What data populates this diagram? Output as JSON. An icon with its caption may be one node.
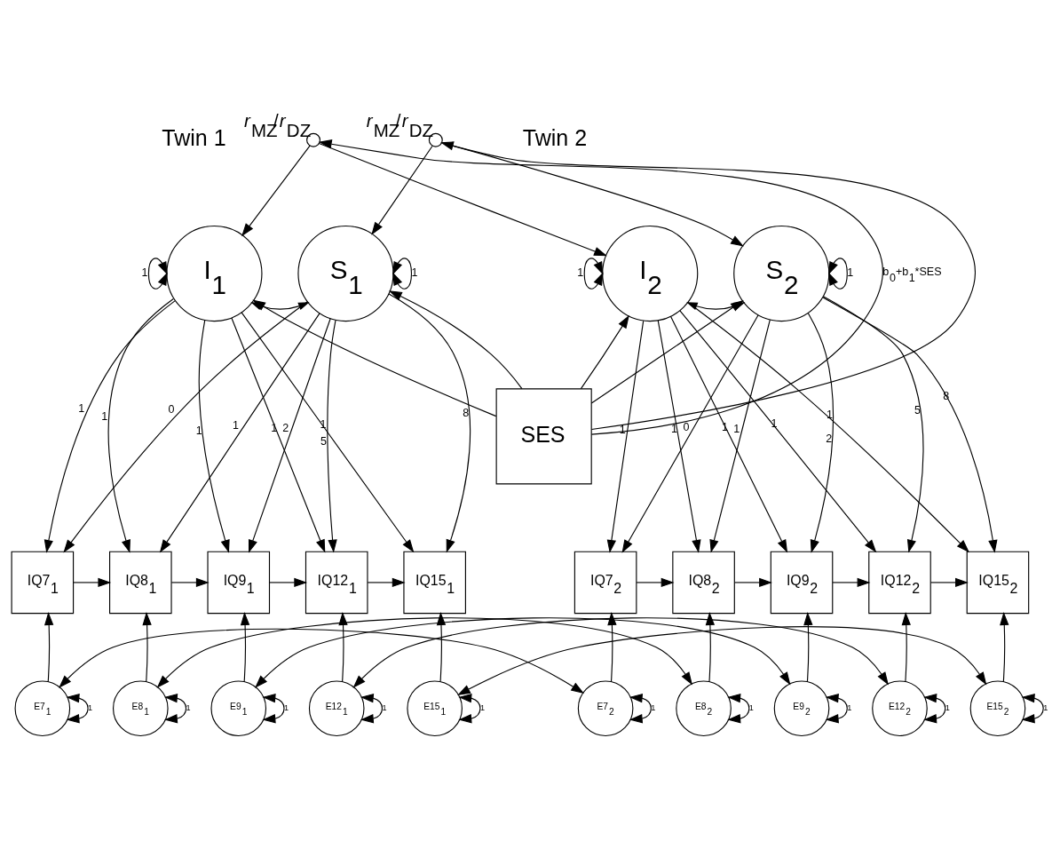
{
  "diagram": {
    "nodes": [
      {
        "text": [
          "*r*$_{MZ}$/*r*$_{DZ}$"
        ]
      },
      {
        "text": [
          "*r*$_{MZ}$/*r*$_{DZ}$"
        ]
      },
      {
        "text": [
          "I$_{1}$"
        ]
      },
      {
        "text": [
          "S$_{1}$"
        ]
      },
      {
        "text": [
          "I$_{2}$"
        ]
      },
      {
        "text": [
          "S$_{2}$"
        ]
      },
      {
        "text": [
          "SES"
        ]
      },
      {
        "text": [
          "IQ7$_{1}$"
        ]
      },
      {
        "text": [
          "IQ8$_{1}$"
        ]
      },
      {
        "text": [
          "IQ9$_{1}$"
        ]
      },
      {
        "text": [
          "IQ12$_{1}$"
        ]
      },
      {
        "text": [
          "IQ15$_{1}$"
        ]
      },
      {
        "text": [
          "IQ7$_{2}$"
        ]
      },
      {
        "text": [
          "IQ8$_{2}$"
        ]
      },
      {
        "text": [
          "IQ9$_{2}$"
        ]
      },
      {
        "text": [
          "IQ12$_{2}$"
        ]
      },
      {
        "text": [
          "IQ15$_{2}$"
        ]
      },
      {
        "text": [
          "E7$_{1}$"
        ]
      },
      {
        "text": [
          "E8$_{1}$"
        ]
      },
      {
        "text": [
          "E9$_{1}$"
        ]
      },
      {
        "text": [
          "E12$_{1}$"
        ]
      },
      {
        "text": [
          "E15$_{1}$"
        ]
      },
      {
        "text": [
          "E7$_{2}$"
        ]
      },
      {
        "text": [
          "E8$_{2}$"
        ]
      },
      {
        "text": [
          "E9$_{2}$"
        ]
      },
      {
        "text": [
          "E12$_{2}$"
        ]
      },
      {
        "text": [
          "E15$_{2}$"
        ]
      }
    ],
    "edges": [
      {
        "from": 0,
        "to": 2,
        "arrow": "to"
      },
      {
        "from": 0,
        "to": 4,
        "arrow": "to"
      },
      {
        "from": 1,
        "to": 3,
        "arrow": "to"
      },
      {
        "from": 1,
        "to": 5,
        "arrow": "to"
      },
      {
        "from": 6,
        "to": 0,
        "arrow": "to",
        "label": "b$_{0}$+b$_{1}$*SES"
      },
      {
        "from": 6,
        "to": 1,
        "arrow": "to"
      },
      {
        "from": 2,
        "to": 3,
        "arrow": "both"
      },
      {
        "from": 4,
        "to": 5,
        "arrow": "both"
      },
      {
        "from": 2,
        "to": 2,
        "arrow": "both",
        "label": "1"
      },
      {
        "from": 3,
        "to": 3,
        "arrow": "both",
        "label": "1"
      },
      {
        "from": 4,
        "to": 4,
        "arrow": "both",
        "label": "1"
      },
      {
        "from": 5,
        "to": 5,
        "arrow": "both",
        "label": "1"
      },
      {
        "from": 6,
        "to": 2,
        "arrow": "to"
      },
      {
        "from": 6,
        "to": 3,
        "arrow": "to"
      },
      {
        "from": 6,
        "to": 4,
        "arrow": "to"
      },
      {
        "from": 6,
        "to": 5,
        "arrow": "to"
      },
      {
        "from": 2,
        "to": 7,
        "arrow": "to",
        "label": "1"
      },
      {
        "from": 2,
        "to": 8,
        "arrow": "to",
        "label": "1"
      },
      {
        "from": 2,
        "to": 9,
        "arrow": "to",
        "label": "1"
      },
      {
        "from": 2,
        "to": 10,
        "arrow": "to",
        "label": "1"
      },
      {
        "from": 2,
        "to": 11,
        "arrow": "to",
        "label": "1"
      },
      {
        "from": 3,
        "to": 7,
        "arrow": "to",
        "label": "0"
      },
      {
        "from": 3,
        "to": 8,
        "arrow": "to",
        "label": "1"
      },
      {
        "from": 3,
        "to": 9,
        "arrow": "to",
        "label": "2"
      },
      {
        "from": 3,
        "to": 10,
        "arrow": "to",
        "label": "5"
      },
      {
        "from": 3,
        "to": 11,
        "arrow": "to",
        "label": "8"
      },
      {
        "from": 4,
        "to": 12,
        "arrow": "to",
        "label": "1"
      },
      {
        "from": 4,
        "to": 13,
        "arrow": "to",
        "label": "1"
      },
      {
        "from": 4,
        "to": 14,
        "arrow": "to",
        "label": "1"
      },
      {
        "from": 4,
        "to": 15,
        "arrow": "to",
        "label": "1"
      },
      {
        "from": 4,
        "to": 16,
        "arrow": "to",
        "label": "1"
      },
      {
        "from": 5,
        "to": 12,
        "arrow": "to",
        "label": "0"
      },
      {
        "from": 5,
        "to": 13,
        "arrow": "to",
        "label": "1"
      },
      {
        "from": 5,
        "to": 14,
        "arrow": "to",
        "label": "2"
      },
      {
        "from": 5,
        "to": 15,
        "arrow": "to",
        "label": "5"
      },
      {
        "from": 5,
        "to": 16,
        "arrow": "to",
        "label": "8"
      },
      {
        "from": 7,
        "to": 8,
        "arrow": "to"
      },
      {
        "from": 8,
        "to": 9,
        "arrow": "to"
      },
      {
        "from": 9,
        "to": 10,
        "arrow": "to"
      },
      {
        "from": 10,
        "to": 11,
        "arrow": "to"
      },
      {
        "from": 12,
        "to": 13,
        "arrow": "to"
      },
      {
        "from": 13,
        "to": 14,
        "arrow": "to"
      },
      {
        "from": 14,
        "to": 15,
        "arrow": "to"
      },
      {
        "from": 15,
        "to": 16,
        "arrow": "to"
      },
      {
        "from": 17,
        "to": 7,
        "arrow": "to"
      },
      {
        "from": 18,
        "to": 8,
        "arrow": "to"
      },
      {
        "from": 19,
        "to": 9,
        "arrow": "to"
      },
      {
        "from": 20,
        "to": 10,
        "arrow": "to"
      },
      {
        "from": 21,
        "to": 11,
        "arrow": "to"
      },
      {
        "from": 22,
        "to": 12,
        "arrow": "to"
      },
      {
        "from": 23,
        "to": 13,
        "arrow": "to"
      },
      {
        "from": 24,
        "to": 14,
        "arrow": "to"
      },
      {
        "from": 25,
        "to": 15,
        "arrow": "to"
      },
      {
        "from": 26,
        "to": 16,
        "arrow": "to"
      },
      {
        "from": 17,
        "to": 17,
        "arrow": "both",
        "label": "1"
      },
      {
        "from": 18,
        "to": 18,
        "arrow": "both",
        "label": "1"
      },
      {
        "from": 19,
        "to": 19,
        "arrow": "both",
        "label": "1"
      },
      {
        "from": 20,
        "to": 20,
        "arrow": "both",
        "label": "1"
      },
      {
        "from": 21,
        "to": 21,
        "arrow": "both",
        "label": "1"
      },
      {
        "from": 22,
        "to": 22,
        "arrow": "both",
        "label": "1"
      },
      {
        "from": 23,
        "to": 23,
        "arrow": "both",
        "label": "1"
      },
      {
        "from": 24,
        "to": 24,
        "arrow": "both",
        "label": "1"
      },
      {
        "from": 25,
        "to": 25,
        "arrow": "both",
        "label": "1"
      },
      {
        "from": 26,
        "to": 26,
        "arrow": "both",
        "label": "1"
      },
      {
        "from": 17,
        "to": 22,
        "arrow": "both"
      },
      {
        "from": 18,
        "to": 23,
        "arrow": "both"
      },
      {
        "from": 19,
        "to": 24,
        "arrow": "both"
      },
      {
        "from": 20,
        "to": 25,
        "arrow": "both"
      },
      {
        "from": 21,
        "to": 26,
        "arrow": "both"
      }
    ],
    "labels": [
      "Twin 1",
      "Twin 2"
    ]
  }
}
